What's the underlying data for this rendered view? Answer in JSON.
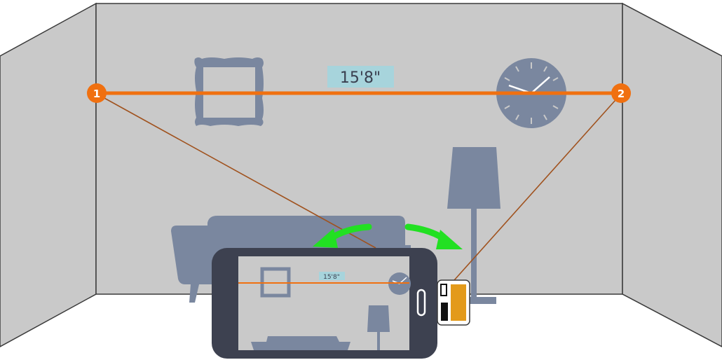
{
  "measurement": {
    "label": "15'8\"",
    "phone_label": "15'8\""
  },
  "markers": [
    {
      "id": "1",
      "label": "1"
    },
    {
      "id": "2",
      "label": "2"
    }
  ],
  "colors": {
    "wall_back": "#c9c9c9",
    "wall_side": "#c9c9c9",
    "wall_stroke": "#3a3a3a",
    "furniture": "#7a879f",
    "measure_line": "#f07010",
    "laser_line": "#a0521e",
    "label_bg": "#a7d4dc",
    "arrow": "#22e022",
    "phone_body": "#3d4150",
    "device_orange": "#e39a1a"
  },
  "icons": {
    "rotate_left": "curved-arrow-left-icon",
    "rotate_right": "curved-arrow-right-icon"
  }
}
